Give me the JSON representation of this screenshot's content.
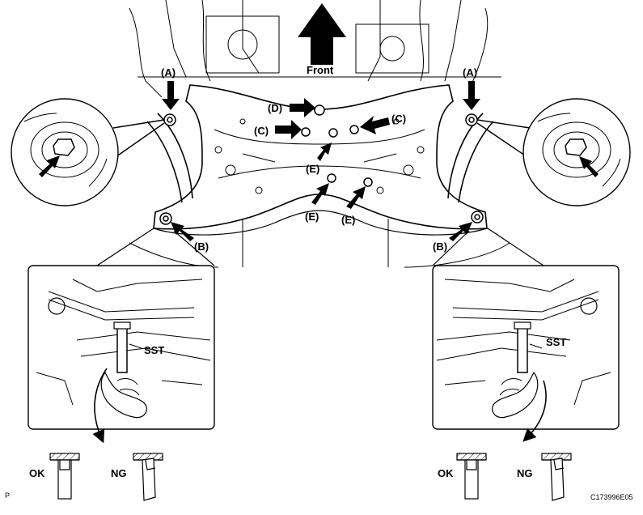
{
  "front_label": "Front",
  "labels": {
    "A": "(A)",
    "B": "(B)",
    "C": "(C)",
    "D": "(D)",
    "E": "(E)"
  },
  "sst_label": "SST",
  "ok_label": "OK",
  "ng_label": "NG",
  "page_letter": "P",
  "figure_code": "C173996E05",
  "colors": {
    "ink": "#000000",
    "paper": "#ffffff",
    "shade": "#7a7a7a"
  }
}
